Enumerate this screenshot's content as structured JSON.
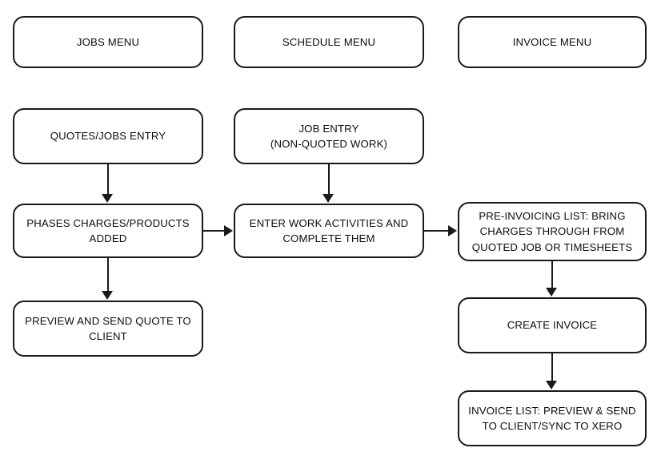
{
  "diagram": {
    "title": "Jobs to Invoice Workflow Flowchart",
    "background_color": "#ffffff",
    "node_fill": "#ffffff",
    "node_stroke": "#1a1a1a",
    "text_color": "#0d0d0d",
    "nodes": [
      {
        "id": "jobs-menu",
        "label": "JOBS MENU",
        "column": 1,
        "row": 1
      },
      {
        "id": "schedule-menu",
        "label": "SCHEDULE MENU",
        "column": 2,
        "row": 1
      },
      {
        "id": "invoice-menu",
        "label": "INVOICE MENU",
        "column": 3,
        "row": 1
      },
      {
        "id": "quotes-jobs-entry",
        "label": "QUOTES/JOBS ENTRY",
        "column": 1,
        "row": 2
      },
      {
        "id": "job-entry",
        "label": "JOB ENTRY\n(NON-QUOTED WORK)",
        "column": 2,
        "row": 2
      },
      {
        "id": "phases-charges",
        "label": "PHASES CHARGES/PRODUCTS\nADDED",
        "column": 1,
        "row": 3
      },
      {
        "id": "enter-work",
        "label": "ENTER WORK ACTIVITIES AND\nCOMPLETE THEM",
        "column": 2,
        "row": 3
      },
      {
        "id": "pre-invoicing",
        "label": "PRE-INVOICING LIST: BRING\nCHARGES THROUGH FROM\nQUOTED JOB OR TIMESHEETS",
        "column": 3,
        "row": 3
      },
      {
        "id": "preview-quote",
        "label": "PREVIEW AND SEND QUOTE TO\nCLIENT",
        "column": 1,
        "row": 4
      },
      {
        "id": "create-invoice",
        "label": "CREATE INVOICE",
        "column": 3,
        "row": 4
      },
      {
        "id": "invoice-list",
        "label": "INVOICE LIST: PREVIEW & SEND\nTO CLIENT/SYNC TO XERO",
        "column": 3,
        "row": 5
      }
    ],
    "edges": [
      {
        "id": "quotes-to-phases",
        "from": "quotes-jobs-entry",
        "to": "phases-charges",
        "direction": "down"
      },
      {
        "id": "job-to-enterwork",
        "from": "job-entry",
        "to": "enter-work",
        "direction": "down"
      },
      {
        "id": "phases-to-enterwork",
        "from": "phases-charges",
        "to": "enter-work",
        "direction": "right"
      },
      {
        "id": "enterwork-to-preinv",
        "from": "enter-work",
        "to": "pre-invoicing",
        "direction": "right"
      },
      {
        "id": "phases-to-preview",
        "from": "phases-charges",
        "to": "preview-quote",
        "direction": "down"
      },
      {
        "id": "preinv-to-create",
        "from": "pre-invoicing",
        "to": "create-invoice",
        "direction": "down"
      },
      {
        "id": "create-to-list",
        "from": "create-invoice",
        "to": "invoice-list",
        "direction": "down"
      }
    ]
  }
}
